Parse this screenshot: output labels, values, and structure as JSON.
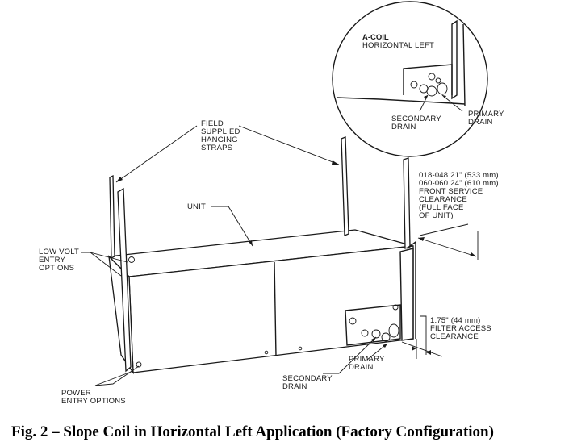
{
  "figure": {
    "caption": "Fig. 2 – Slope Coil in Horizontal Left Application (Factory Configuration)"
  },
  "inset": {
    "title": "A-COIL",
    "subtitle": "HORIZONTAL LEFT",
    "secondary_drain": [
      "SECONDARY",
      "DRAIN"
    ],
    "primary_drain": [
      "PRIMARY",
      "DRAIN"
    ]
  },
  "labels": {
    "hanging_straps": [
      "FIELD",
      "SUPPLIED",
      "HANGING",
      "STRAPS"
    ],
    "unit": "UNIT",
    "low_volt": [
      "LOW VOLT",
      "ENTRY",
      "OPTIONS"
    ],
    "power_entry": [
      "POWER",
      "ENTRY OPTIONS"
    ],
    "secondary_drain": [
      "SECONDARY",
      "DRAIN"
    ],
    "primary_drain": [
      "PRIMARY",
      "DRAIN"
    ],
    "front_clearance": [
      "018-048   21\" (533 mm)",
      "060-060   24\" (610 mm)",
      "FRONT SERVICE",
      "CLEARANCE",
      "(FULL FACE",
      "OF UNIT)"
    ],
    "filter_clearance": [
      "1.75\" (44 mm)",
      "FILTER ACCESS",
      "CLEARANCE"
    ]
  }
}
